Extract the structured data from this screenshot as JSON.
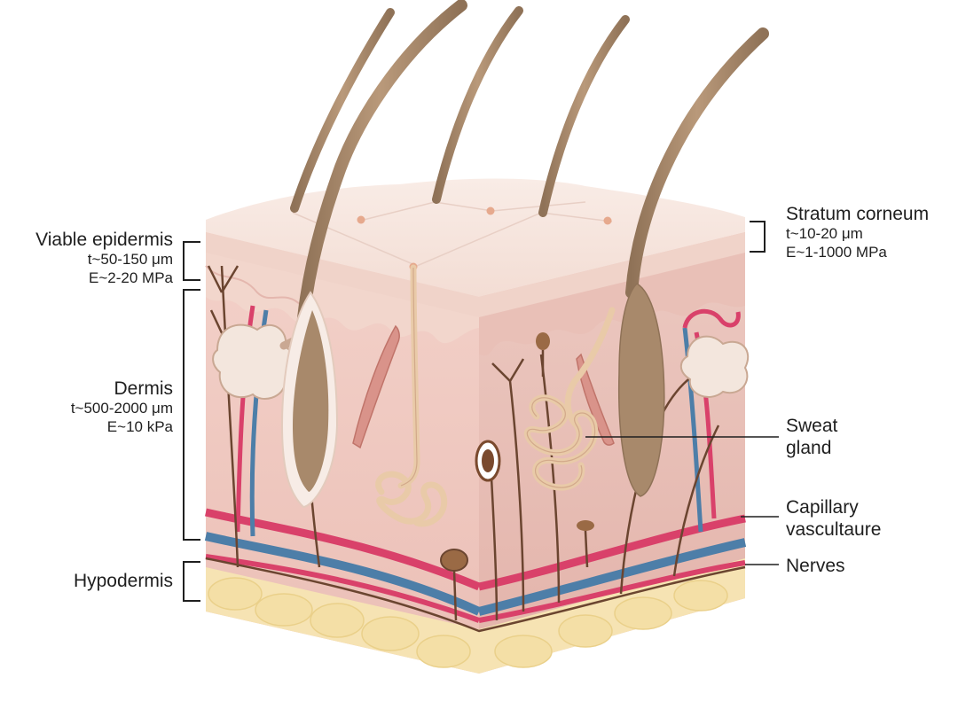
{
  "labels": {
    "viable_epidermis": {
      "title": "Viable epidermis",
      "thickness": "t~50-150 μm",
      "modulus": "E~2-20 MPa"
    },
    "dermis": {
      "title": "Dermis",
      "thickness": "t~500-2000 μm",
      "modulus": "E~10 kPa"
    },
    "hypodermis": {
      "title": "Hypodermis"
    },
    "stratum_corneum": {
      "title": "Stratum corneum",
      "thickness": "t~10-20 μm",
      "modulus": "E~1-1000 MPa"
    },
    "sweat_gland": {
      "line1": "Sweat",
      "line2": "gland"
    },
    "capillary": {
      "line1": "Capillary",
      "line2": "vascultaure"
    },
    "nerves": {
      "title": "Nerves"
    }
  },
  "colors": {
    "epidermis_top": "#f6e6df",
    "dermis": "#eec9c1",
    "dermis_right": "#e8b9b0",
    "hypodermis": "#f4e2b0",
    "hair": "#a88a6c",
    "artery": "#d9416a",
    "vein": "#4d7ea8",
    "nerve": "#6b4530",
    "gland": "#efd3b7",
    "bracket": "#1f1f1f"
  }
}
